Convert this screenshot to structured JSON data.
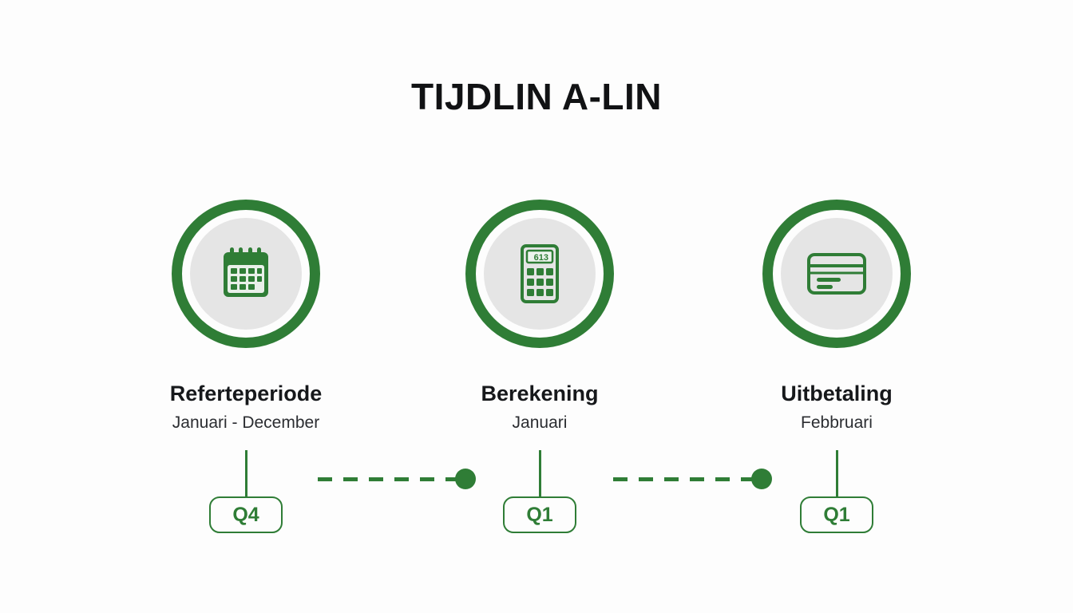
{
  "page": {
    "title": "TIJDLIN A-LIN",
    "background_color": "#fdfdfd",
    "accent_color": "#2f7d36",
    "node_fill_color": "#e5e5e5",
    "text_color": "#16181b"
  },
  "steps": [
    {
      "icon": "calendar-icon",
      "title": "Referteperiode",
      "subtitle": "Januari - December",
      "quarter": "Q4"
    },
    {
      "icon": "calculator-icon",
      "title": "Berekening",
      "subtitle": "Januari",
      "quarter": "Q1",
      "calculator_display": "613"
    },
    {
      "icon": "credit-card-icon",
      "title": "Uitbetaling",
      "subtitle": "Febbruari",
      "quarter": "Q1"
    }
  ]
}
